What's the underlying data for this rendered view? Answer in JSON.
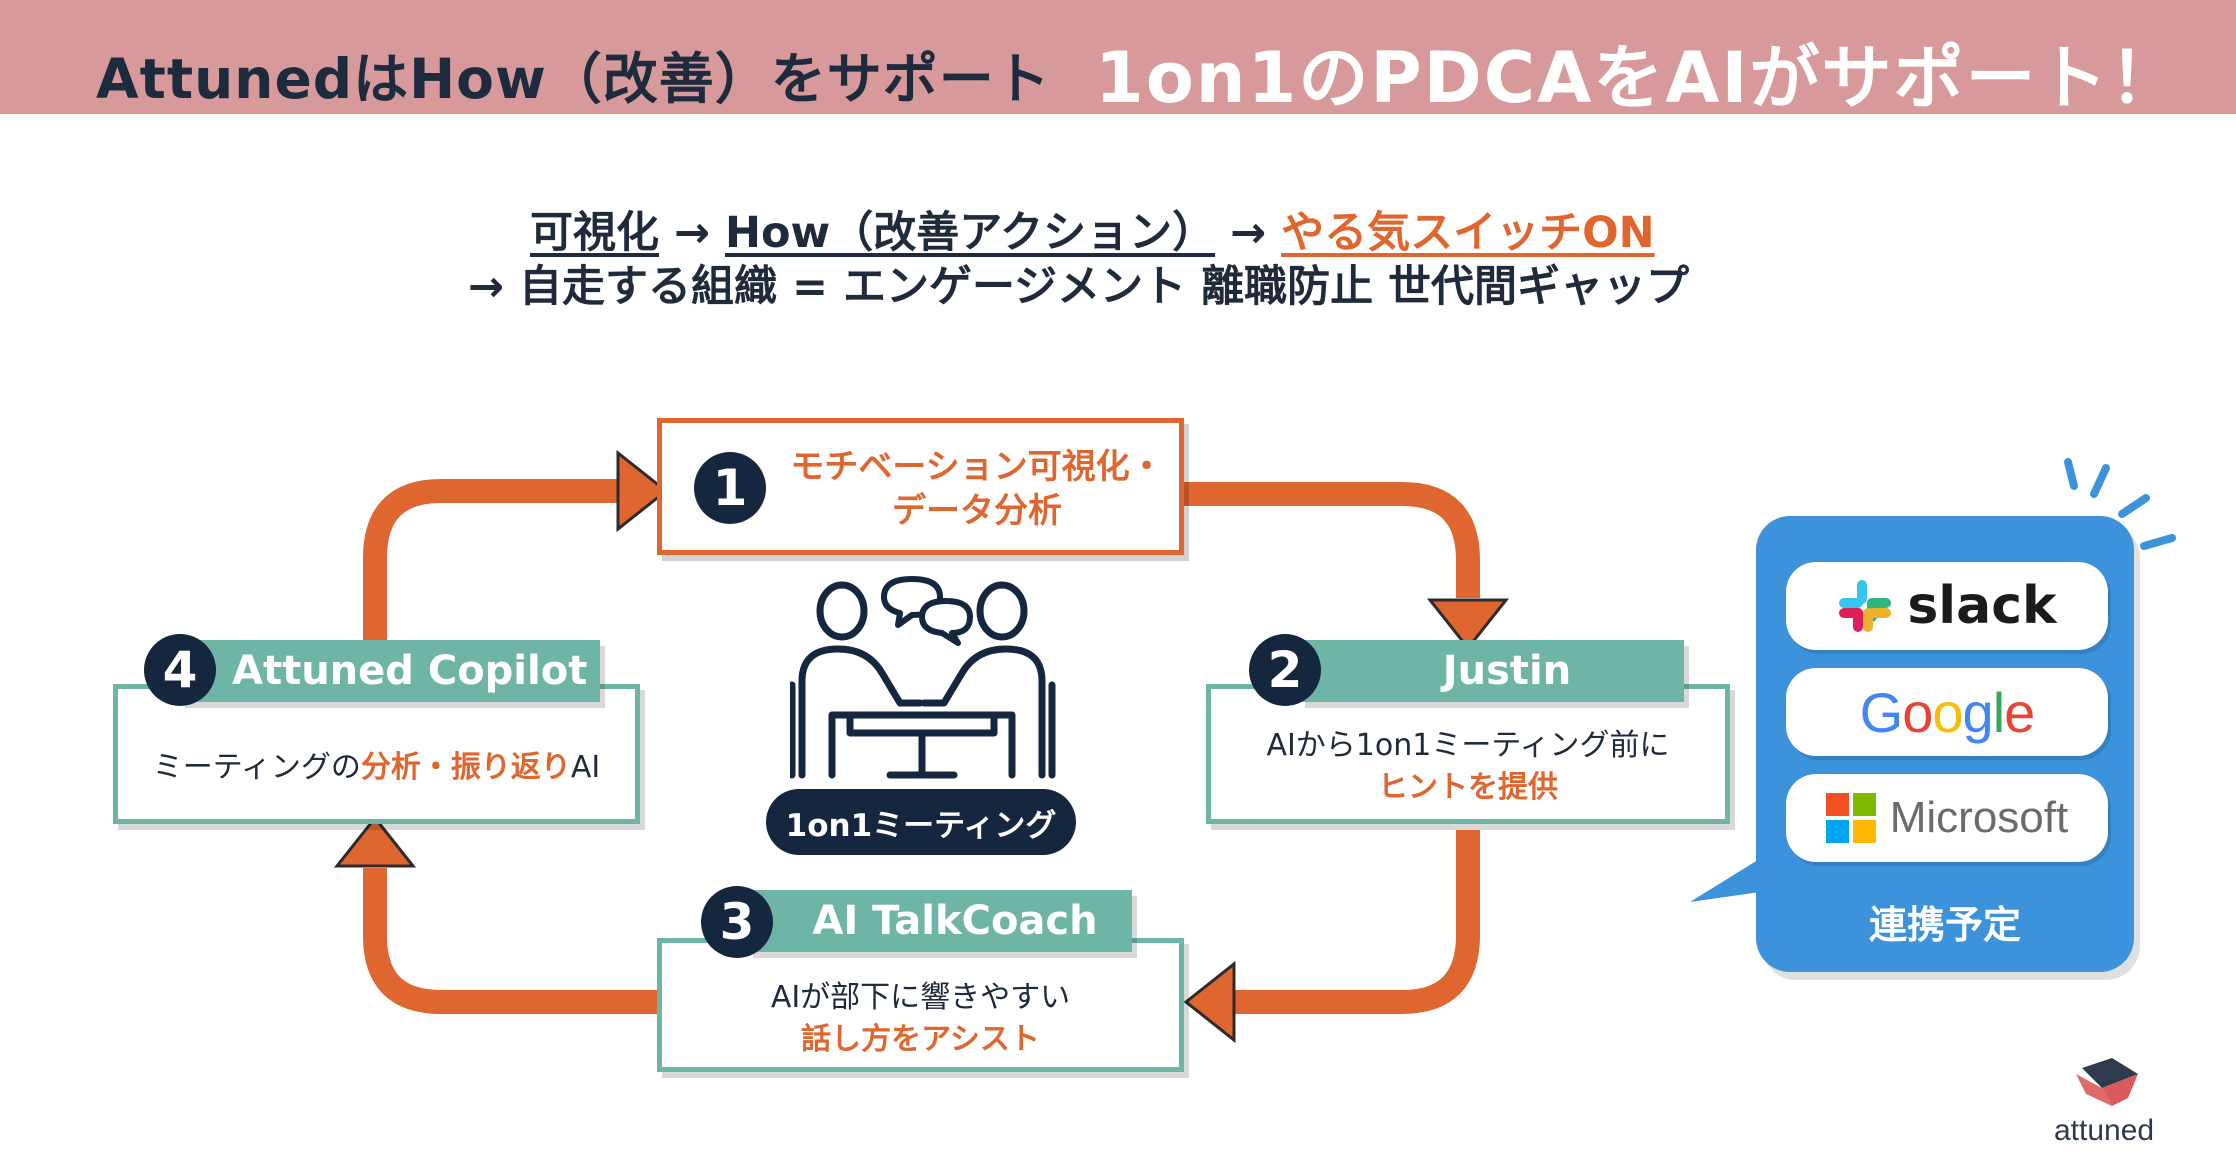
{
  "header": {
    "left_title": "AttunedはHow（改善）をサポート",
    "right_title": "1on1のPDCAをAIがサポート！"
  },
  "flow": {
    "line1_a": "可視化",
    "arrow1": " → ",
    "line1_b": "How（改善アクション）",
    "arrow2": " → ",
    "line1_c": "やる気スイッチON",
    "line2": "→ 自走する組織 = エンゲージメント  離職防止 世代間ギャップ"
  },
  "cycle": {
    "step1": {
      "num": "1",
      "line1": "モチベーション可視化・",
      "line2": "データ分析"
    },
    "step2": {
      "num": "2",
      "title": "Justin",
      "text1": "AIから1on1ミーティング前に",
      "text2": "ヒントを提供"
    },
    "step3": {
      "num": "3",
      "title": "AI TalkCoach",
      "text1": "AIが部下に響きやすい",
      "text2": "話し方をアシスト"
    },
    "step4": {
      "num": "4",
      "title": "Attuned Copilot",
      "text_a": "ミーティングの",
      "text_b": "分析・振り返り",
      "text_c": "AI"
    },
    "center_label": "1on1ミーティング"
  },
  "integrations": {
    "slack": "slack",
    "google": "Google",
    "microsoft": "Microsoft",
    "label": "連携予定"
  },
  "brand": "attuned",
  "colors": {
    "banner": "#d8999a",
    "navy": "#15273f",
    "orange": "#e0662f",
    "teal": "#6fb5a6",
    "blue": "#3c93dc"
  },
  "icons": [
    "meeting-people-icon",
    "speech-bubbles-icon",
    "slack-logo-icon",
    "microsoft-logo-icon",
    "attuned-logo-icon"
  ]
}
